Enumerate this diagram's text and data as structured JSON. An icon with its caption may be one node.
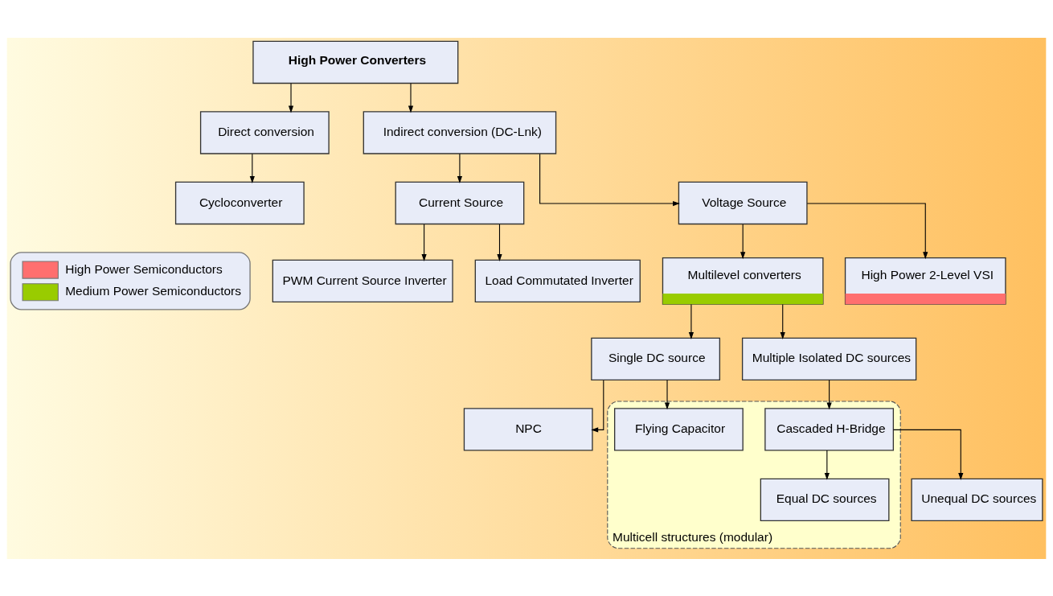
{
  "diagram": {
    "nodes": [
      {
        "text": [
          "High Power Converters"
        ]
      },
      {
        "text": [
          "Direct conversion"
        ]
      },
      {
        "text": [
          "Indirect conversion (DC-Lnk)"
        ]
      },
      {
        "text": [
          "Cycloconverter"
        ]
      },
      {
        "text": [
          "Current Source"
        ]
      },
      {
        "text": [
          "Voltage Source"
        ]
      },
      {
        "text": [
          "PWM Current Source Inverter"
        ]
      },
      {
        "text": [
          "Load Commutated Inverter"
        ]
      },
      {
        "text": [
          "Multilevel converters"
        ]
      },
      {
        "text": [
          "High Power 2-Level VSI"
        ]
      },
      {
        "text": [
          "Single DC source"
        ]
      },
      {
        "text": [
          "Multiple Isolated DC sources"
        ]
      },
      {
        "text": [
          "NPC"
        ]
      },
      {
        "text": [
          "Multicell structures (modular)"
        ]
      },
      {
        "text": [
          "Flying Capacitor"
        ],
        "in": 13
      },
      {
        "text": [
          "Cascaded H-Bridge"
        ],
        "in": 13
      },
      {
        "text": [
          "Equal DC sources"
        ],
        "in": 13
      },
      {
        "text": [
          "Unequal DC sources"
        ]
      }
    ],
    "edges": [
      {
        "from": 0,
        "to": 1,
        "arrow": "to"
      },
      {
        "from": 0,
        "to": 2,
        "arrow": "to"
      },
      {
        "from": 1,
        "to": 3,
        "arrow": "to"
      },
      {
        "from": 2,
        "to": 4,
        "arrow": "to"
      },
      {
        "from": 2,
        "to": 5,
        "arrow": "to"
      },
      {
        "from": 4,
        "to": 6,
        "arrow": "to"
      },
      {
        "from": 4,
        "to": 7,
        "arrow": "to"
      },
      {
        "from": 5,
        "to": 8,
        "arrow": "to"
      },
      {
        "from": 5,
        "to": 9,
        "arrow": "to"
      },
      {
        "from": 8,
        "to": 10,
        "arrow": "to"
      },
      {
        "from": 8,
        "to": 11,
        "arrow": "to"
      },
      {
        "from": 10,
        "to": 12,
        "arrow": "to"
      },
      {
        "from": 10,
        "to": 14,
        "arrow": "to"
      },
      {
        "from": 11,
        "to": 15,
        "arrow": "to"
      },
      {
        "from": 15,
        "to": 16,
        "arrow": "to"
      },
      {
        "from": 15,
        "to": 17,
        "arrow": "to"
      }
    ],
    "legend": [
      {
        "text": "High Power Semiconductors",
        "color": "#ff6f6f"
      },
      {
        "text": "Medium Power Semiconductors",
        "color": "#99cc00"
      }
    ]
  }
}
